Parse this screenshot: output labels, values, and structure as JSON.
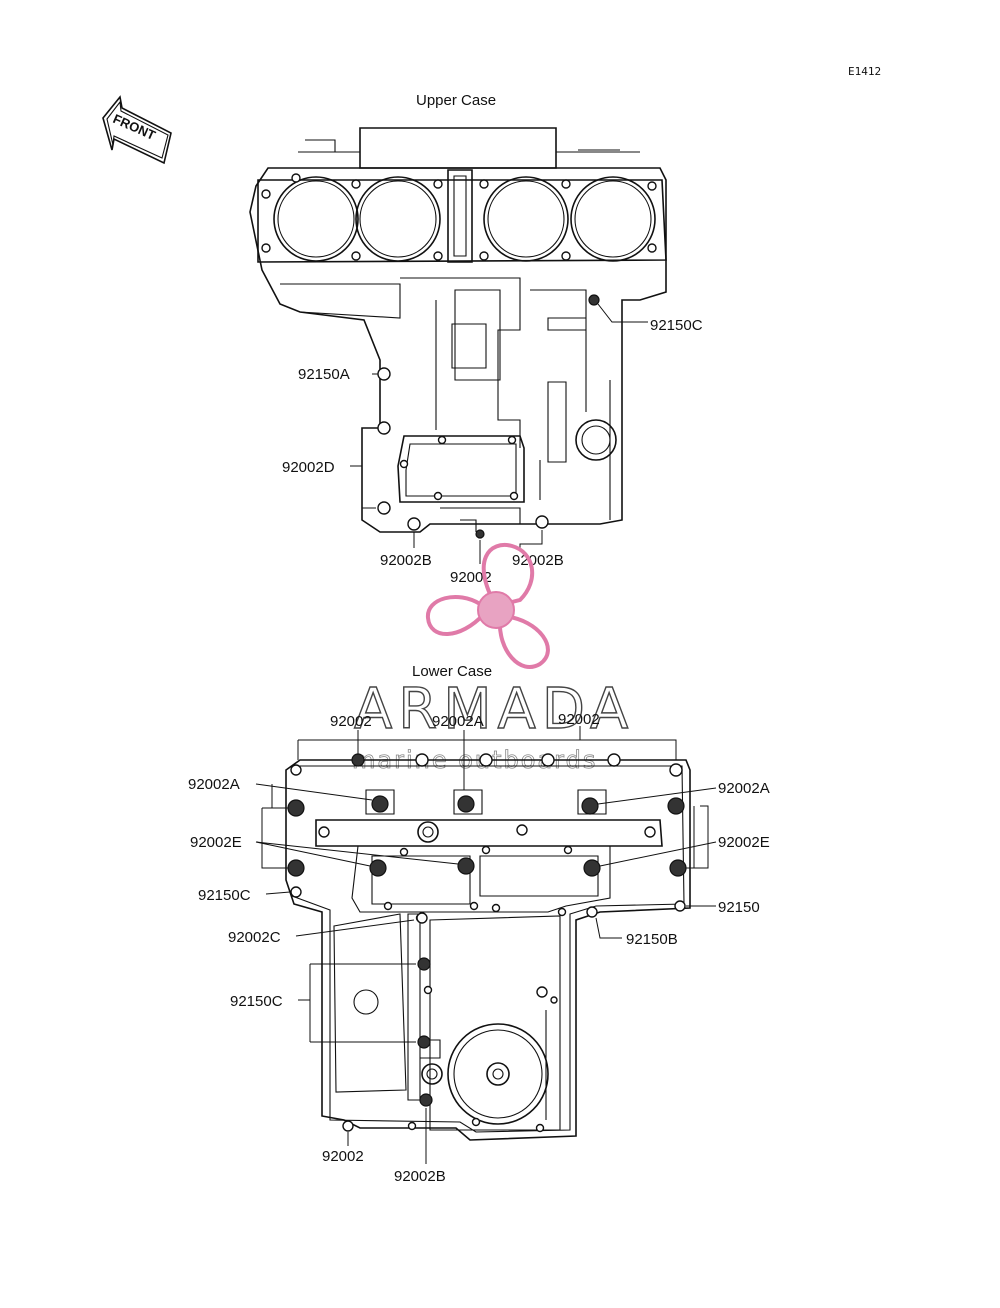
{
  "diagram_code": "E1412",
  "front_arrow_label": "FRONT",
  "upper_case": {
    "title": "Upper Case",
    "labels": {
      "c_92150C": "92150C",
      "c_92150A": "92150A",
      "c_92002D": "92002D",
      "c_92002B_left": "92002B",
      "c_92002": "92002",
      "c_92002B_right": "92002B"
    }
  },
  "lower_case": {
    "title": "Lower Case",
    "labels": {
      "top_92002_left": "92002",
      "top_92002A": "92002A",
      "top_92002_right": "92002",
      "left_92002A": "92002A",
      "right_92002A": "92002A",
      "left_92002E": "92002E",
      "right_92002E": "92002E",
      "left_92150C": "92150C",
      "right_92150": "92150",
      "left_92002C": "92002C",
      "right_92150B": "92150B",
      "mid_92150C": "92150C",
      "bottom_92002": "92002",
      "bottom_92002B": "92002B"
    }
  },
  "watermark": {
    "brand": "ARMADA",
    "tagline": "marine outboards",
    "color": "#e07aa8"
  }
}
